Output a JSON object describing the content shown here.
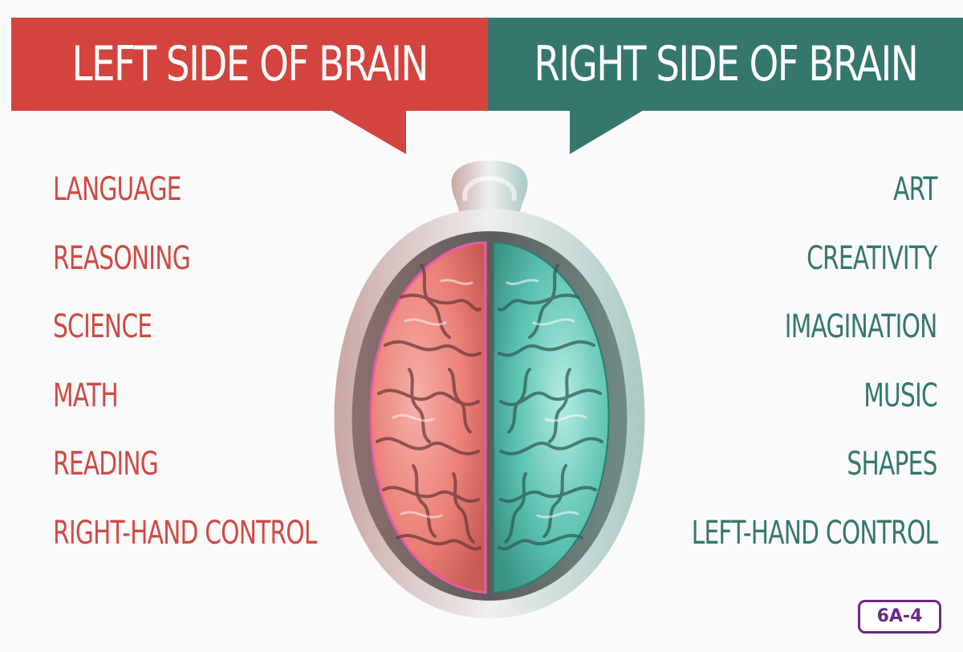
{
  "header": {
    "left_title": "LEFT SIDE OF BRAIN",
    "right_title": "RIGHT SIDE OF BRAIN"
  },
  "left_functions": [
    "LANGUAGE",
    "REASONING",
    "SCIENCE",
    "MATH",
    "READING",
    "RIGHT-HAND CONTROL"
  ],
  "right_functions": [
    "ART",
    "CREATIVITY",
    "IMAGINATION",
    "MUSIC",
    "SHAPES",
    "LEFT-HAND CONTROL"
  ],
  "badge": "6A-4",
  "colors": {
    "left_accent": "#d3443f",
    "right_accent": "#35776c",
    "badge": "#6a2a8a"
  },
  "illustration": "brain-top-view-icon"
}
